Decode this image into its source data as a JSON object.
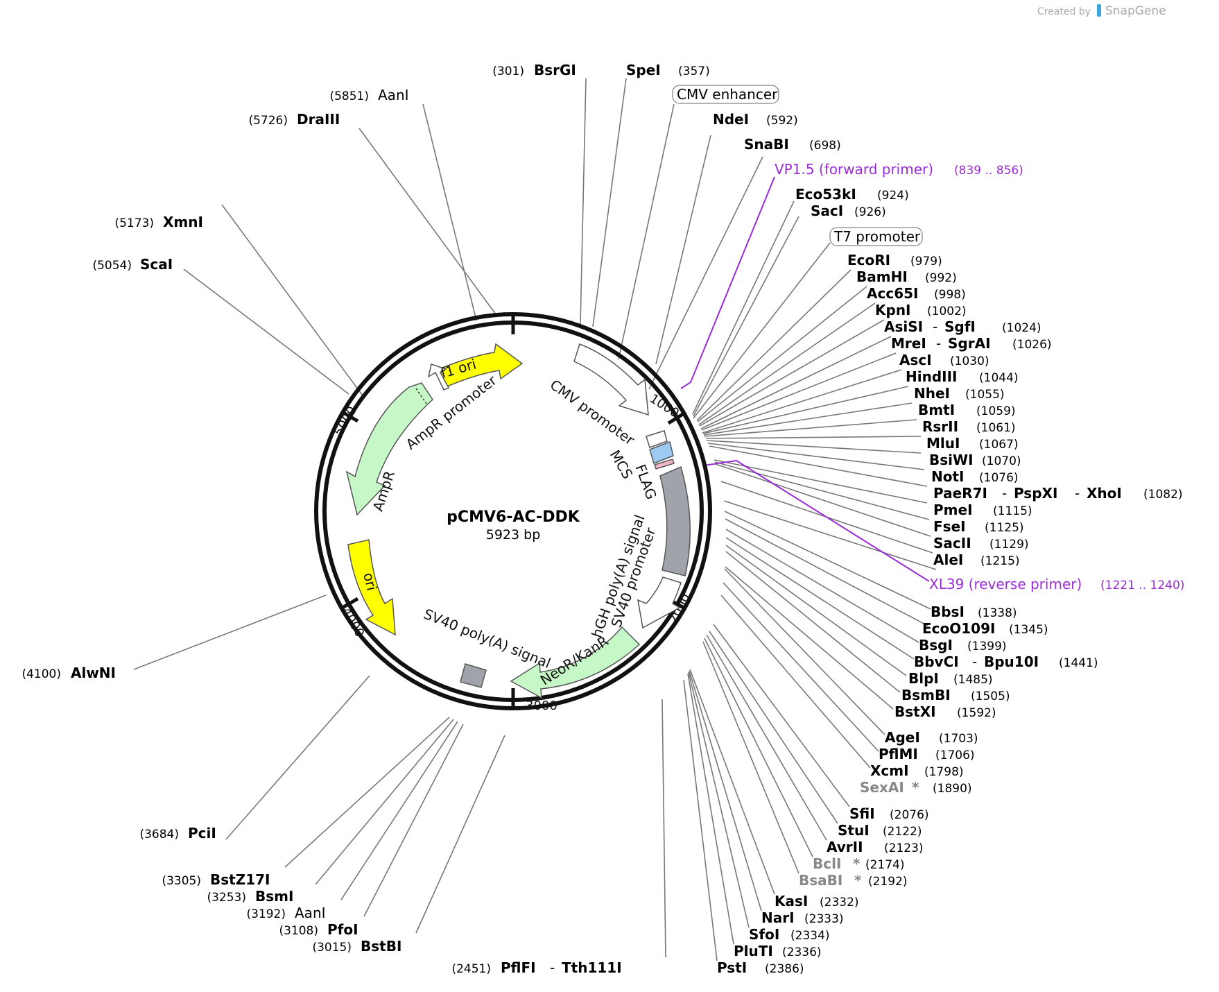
{
  "brand": {
    "prefix": "Created by",
    "name": "SnapGene"
  },
  "plasmid": {
    "name": "pCMV6-AC-DDK",
    "size": "5923 bp"
  },
  "ticks": [
    "1000",
    "2000",
    "3000",
    "4000",
    "5000"
  ],
  "boxed_features": [
    {
      "name": "CMV enhancer"
    },
    {
      "name": "T7 promoter"
    }
  ],
  "features": [
    "f1 ori",
    "AmpR promoter",
    "AmpR",
    "ori",
    "CMV promoter",
    "MCS",
    "FLAG",
    "hGH poly(A) signal",
    "SV40 promoter",
    "NeoR/KanR",
    "SV40 poly(A) signal"
  ],
  "primers": [
    {
      "name": "VP1.5 (forward primer)",
      "range": "(839 .. 856)"
    },
    {
      "name": "XL39 (reverse primer)",
      "range": "(1221 .. 1240)"
    }
  ],
  "enzymes": [
    {
      "pos": "(301)",
      "name": "BsrGI"
    },
    {
      "name": "SpeI",
      "pos": "(357)"
    },
    {
      "pos": "(5851)",
      "name": "AanI"
    },
    {
      "pos": "(5726)",
      "name": "DraIII"
    },
    {
      "name": "NdeI",
      "pos": "(592)"
    },
    {
      "name": "SnaBI",
      "pos": "(698)"
    },
    {
      "name": "Eco53kI",
      "pos": "(924)"
    },
    {
      "name": "SacI",
      "pos": "(926)"
    },
    {
      "pos": "(5173)",
      "name": "XmnI"
    },
    {
      "pos": "(5054)",
      "name": "ScaI"
    },
    {
      "name": "EcoRI",
      "pos": "(979)"
    },
    {
      "name": "BamHI",
      "pos": "(992)"
    },
    {
      "name": "Acc65I",
      "pos": "(998)"
    },
    {
      "name": "KpnI",
      "pos": "(1002)"
    },
    {
      "name": "AsiSI",
      "name2": "SgfI",
      "pos": "(1024)"
    },
    {
      "name": "MreI",
      "name2": "SgrAI",
      "pos": "(1026)"
    },
    {
      "name": "AscI",
      "pos": "(1030)"
    },
    {
      "name": "HindIII",
      "pos": "(1044)"
    },
    {
      "name": "NheI",
      "pos": "(1055)"
    },
    {
      "name": "BmtI",
      "pos": "(1059)"
    },
    {
      "name": "RsrII",
      "pos": "(1061)"
    },
    {
      "name": "MluI",
      "pos": "(1067)"
    },
    {
      "name": "BsiWI",
      "pos": "(1070)"
    },
    {
      "name": "NotI",
      "pos": "(1076)"
    },
    {
      "name": "PaeR7I",
      "name2": "PspXI",
      "name3": "XhoI",
      "pos": "(1082)"
    },
    {
      "name": "PmeI",
      "pos": "(1115)"
    },
    {
      "name": "FseI",
      "pos": "(1125)"
    },
    {
      "name": "SacII",
      "pos": "(1129)"
    },
    {
      "name": "AleI",
      "pos": "(1215)"
    },
    {
      "name": "BbsI",
      "pos": "(1338)"
    },
    {
      "name": "EcoO109I",
      "pos": "(1345)"
    },
    {
      "name": "BsgI",
      "pos": "(1399)"
    },
    {
      "name": "BbvCI",
      "name2": "Bpu10I",
      "pos": "(1441)"
    },
    {
      "name": "BlpI",
      "pos": "(1485)"
    },
    {
      "name": "BsmBI",
      "pos": "(1505)"
    },
    {
      "name": "BstXI",
      "pos": "(1592)"
    },
    {
      "name": "AgeI",
      "pos": "(1703)"
    },
    {
      "name": "PflMI",
      "pos": "(1706)"
    },
    {
      "name": "XcmI",
      "pos": "(1798)"
    },
    {
      "name": "SexAI",
      "star": "*",
      "pos": "(1890)"
    },
    {
      "name": "SfiI",
      "pos": "(2076)"
    },
    {
      "name": "StuI",
      "pos": "(2122)"
    },
    {
      "name": "AvrII",
      "pos": "(2123)"
    },
    {
      "name": "BclI",
      "star": "*",
      "pos": "(2174)"
    },
    {
      "name": "BsaBI",
      "star": "*",
      "pos": "(2192)"
    },
    {
      "name": "KasI",
      "pos": "(2332)"
    },
    {
      "name": "NarI",
      "pos": "(2333)"
    },
    {
      "name": "SfoI",
      "pos": "(2334)"
    },
    {
      "name": "PluTI",
      "pos": "(2336)"
    },
    {
      "name": "PstI",
      "pos": "(2386)"
    },
    {
      "pos": "(2451)",
      "name": "PflFI",
      "name2": "Tth111I"
    },
    {
      "pos": "(4100)",
      "name": "AlwNI"
    },
    {
      "pos": "(3684)",
      "name": "PciI"
    },
    {
      "pos": "(3305)",
      "name": "BstZ17I"
    },
    {
      "pos": "(3253)",
      "name": "BsmI"
    },
    {
      "pos": "(3192)",
      "name": "AanI"
    },
    {
      "pos": "(3108)",
      "name": "PfoI"
    },
    {
      "pos": "(3015)",
      "name": "BstBI"
    }
  ],
  "colors": {
    "ori": "#ffff00",
    "green": "#c6f7c6",
    "gray_box": "#a0a4aa",
    "mcs_blue": "#9ec9f2",
    "purple": "#9a2bd6"
  }
}
